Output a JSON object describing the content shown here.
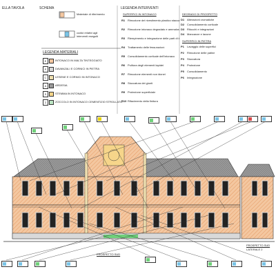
{
  "header": {
    "col_tavola": "ELLA TAVOLA",
    "col_schema": "SCHEMA",
    "col_legenda_interventi": "LEGENDA INTERVENTI",
    "ref_material": "Materiale di riferimento",
    "ref_codes": "codici relativi agli",
    "ref_codes2": "interventi eseguiti",
    "tag_intervento": "SUPERFICI IN INTONACO",
    "tag_pietra": "SUPERFICI IN PIETRA",
    "tag_degrado": "DEGRADO DI PROSPETTO"
  },
  "legenda_materiali": {
    "title": "LEGENDA MATERIALI",
    "items": [
      {
        "code": "E",
        "label": "INTONACO IN MALTA TINTEGGIATO",
        "color": "#f4c7a0"
      },
      {
        "code": "P",
        "label": "DAVANZALI E CORNICI IN PIETRA",
        "color": "#d9d9d9"
      },
      {
        "code": "C",
        "label": "LESENE E CORNICI IN INTONACO",
        "color": "#f0e0b0"
      },
      {
        "code": "A",
        "label": "ARDESIA",
        "color": "#9a9a9a"
      },
      {
        "code": "S",
        "label": "STEMMA IN INTONACO",
        "color": "#f6d58a"
      },
      {
        "code": "Z",
        "label": "ZOCCOLO IN INTONACO CEMENTIZIO STROLLATO",
        "color": "#bde6c4"
      }
    ]
  },
  "interventi_intonaco": [
    {
      "code": "R1",
      "text": "Rimozione del rivestimento plastico staccato o in fase di distacco"
    },
    {
      "code": "R2",
      "text": "Rimozione intonaco degradato e ammalorato"
    },
    {
      "code": "R3",
      "text": "Riempimento e integrazione delle parti di intonaco mancanti"
    },
    {
      "code": "R4",
      "text": "Trattamento delle fessurazioni"
    },
    {
      "code": "R5",
      "text": "Consolidamento corticale dell'intonaco"
    },
    {
      "code": "R6",
      "text": "Pulitura degli elementi lapidei"
    },
    {
      "code": "R7",
      "text": "Rimozione elementi non idonei"
    },
    {
      "code": "R8",
      "text": "Stuccatura dei giunti"
    },
    {
      "code": "R9",
      "text": "Protezione superficiale"
    },
    {
      "code": "R10",
      "text": "Rifacimento della finitura"
    }
  ],
  "interventi_degrado": [
    {
      "code": "D1",
      "text": "Alterazioni cromatiche"
    },
    {
      "code": "D2",
      "text": "Consolidamento corticale"
    },
    {
      "code": "D3",
      "text": "Ritocchi e integrazioni"
    },
    {
      "code": "D4",
      "text": "Mancanze e lacune"
    }
  ],
  "interventi_pietra": [
    {
      "code": "P1",
      "text": "Lavaggio delle superfici"
    },
    {
      "code": "P2",
      "text": "Rimozione delle patine"
    },
    {
      "code": "P3",
      "text": "Stuccatura"
    },
    {
      "code": "P4",
      "text": "Protezione"
    },
    {
      "code": "P5",
      "text": "Consolidamento"
    },
    {
      "code": "P6",
      "text": "Integrazione"
    }
  ],
  "captions": {
    "main": "PROSPETTO SUD",
    "side": "PROSPETTO SUD",
    "side2": "LATERALE 2"
  },
  "colors": {
    "wall": "#f4c7a0",
    "roof": "#8f8f8f",
    "tag_blue": "#7ac4e6",
    "tag_green": "#6fd07a",
    "tag_red": "#d74a4a",
    "tag_yellow": "#e6d200"
  }
}
